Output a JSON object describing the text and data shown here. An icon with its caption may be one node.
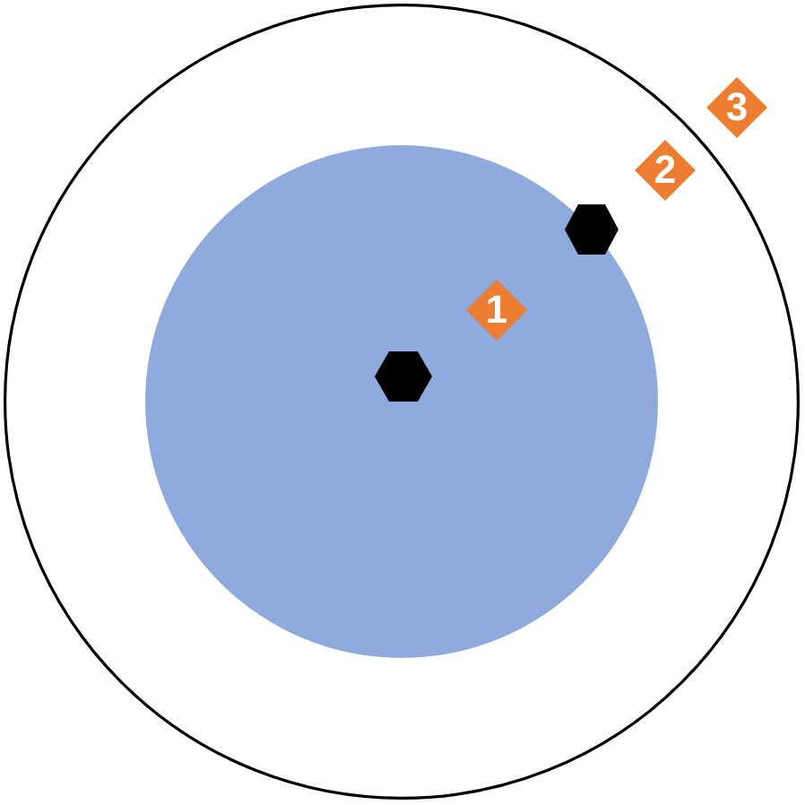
{
  "diagram": {
    "nodes": [
      {
        "text": [],
        "shape": "circle"
      },
      {
        "text": [],
        "shape": "circle",
        "in": 0
      },
      {
        "text": [
          "3"
        ],
        "in": 0
      },
      {
        "text": [
          "2"
        ],
        "in": 0
      },
      {
        "text": [],
        "shape": "hexagon",
        "in": 0
      },
      {
        "text": [
          "1"
        ],
        "in": 1
      },
      {
        "text": [],
        "shape": "hexagon",
        "in": 1
      }
    ]
  }
}
